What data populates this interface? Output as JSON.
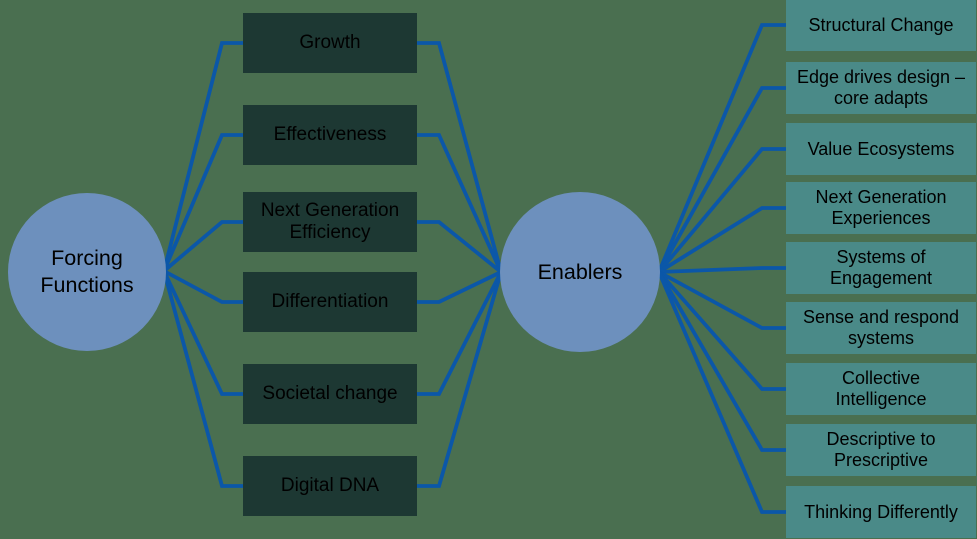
{
  "diagram": {
    "background_color": "#4a6f50",
    "connector_color": "#0b57a8",
    "left_circle": {
      "label": "Forcing\nFunctions",
      "fill": "#6d90bd",
      "text_color": "#000000"
    },
    "center_circle": {
      "label": "Enablers",
      "fill": "#6d90bd",
      "text_color": "#000000"
    },
    "forcing_functions": {
      "box_fill": "#1d3833",
      "text_color": "#000000",
      "items": [
        "Growth",
        "Effectiveness",
        "Next Generation\nEfficiency",
        "Differentiation",
        "Societal change",
        "Digital DNA"
      ]
    },
    "enablers": {
      "box_fill": "#4a8a88",
      "text_color": "#000000",
      "items": [
        "Structural Change",
        "Edge drives design –\ncore adapts",
        "Value Ecosystems",
        "Next Generation\nExperiences",
        "Systems of\nEngagement",
        "Sense and respond\nsystems",
        "Collective\nIntelligence",
        "Descriptive to\nPrescriptive",
        "Thinking Differently"
      ]
    }
  }
}
